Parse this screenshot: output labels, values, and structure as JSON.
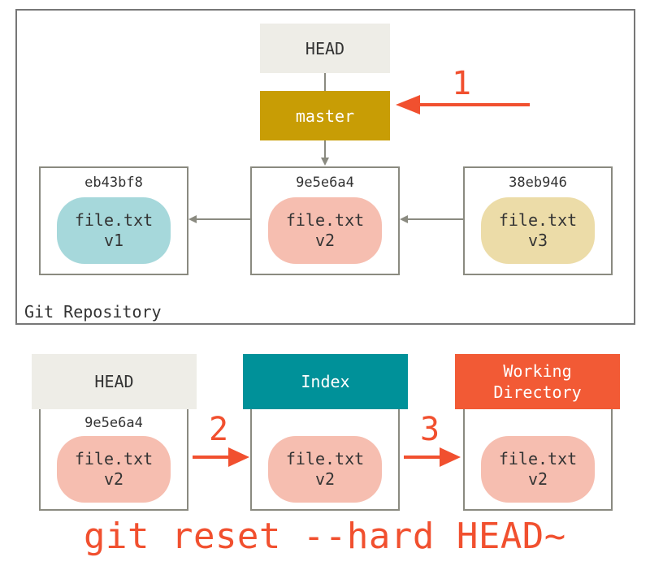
{
  "repository": {
    "label": "Git Repository",
    "head_label": "HEAD",
    "branch_label": "master",
    "commits": [
      {
        "hash": "eb43bf8",
        "file": "file.txt",
        "version": "v1"
      },
      {
        "hash": "9e5e6a4",
        "file": "file.txt",
        "version": "v2"
      },
      {
        "hash": "38eb946",
        "file": "file.txt",
        "version": "v3"
      }
    ]
  },
  "trees": {
    "head": {
      "label": "HEAD",
      "hash": "9e5e6a4",
      "file": "file.txt",
      "version": "v2"
    },
    "index": {
      "label": "Index",
      "file": "file.txt",
      "version": "v2"
    },
    "working_directory": {
      "label": "Working Directory",
      "file": "file.txt",
      "version": "v2"
    }
  },
  "steps": [
    "1",
    "2",
    "3"
  ],
  "command": "git reset --hard HEAD~",
  "colors": {
    "head_bg": "#eeede7",
    "master_bg": "#c89d05",
    "index_bg": "#009199",
    "working_dir_bg": "#f25a35",
    "accent": "#f1502f",
    "blob_v1": "#a6d8db",
    "blob_v2": "#f6beb0",
    "blob_v3": "#ecdca8"
  }
}
